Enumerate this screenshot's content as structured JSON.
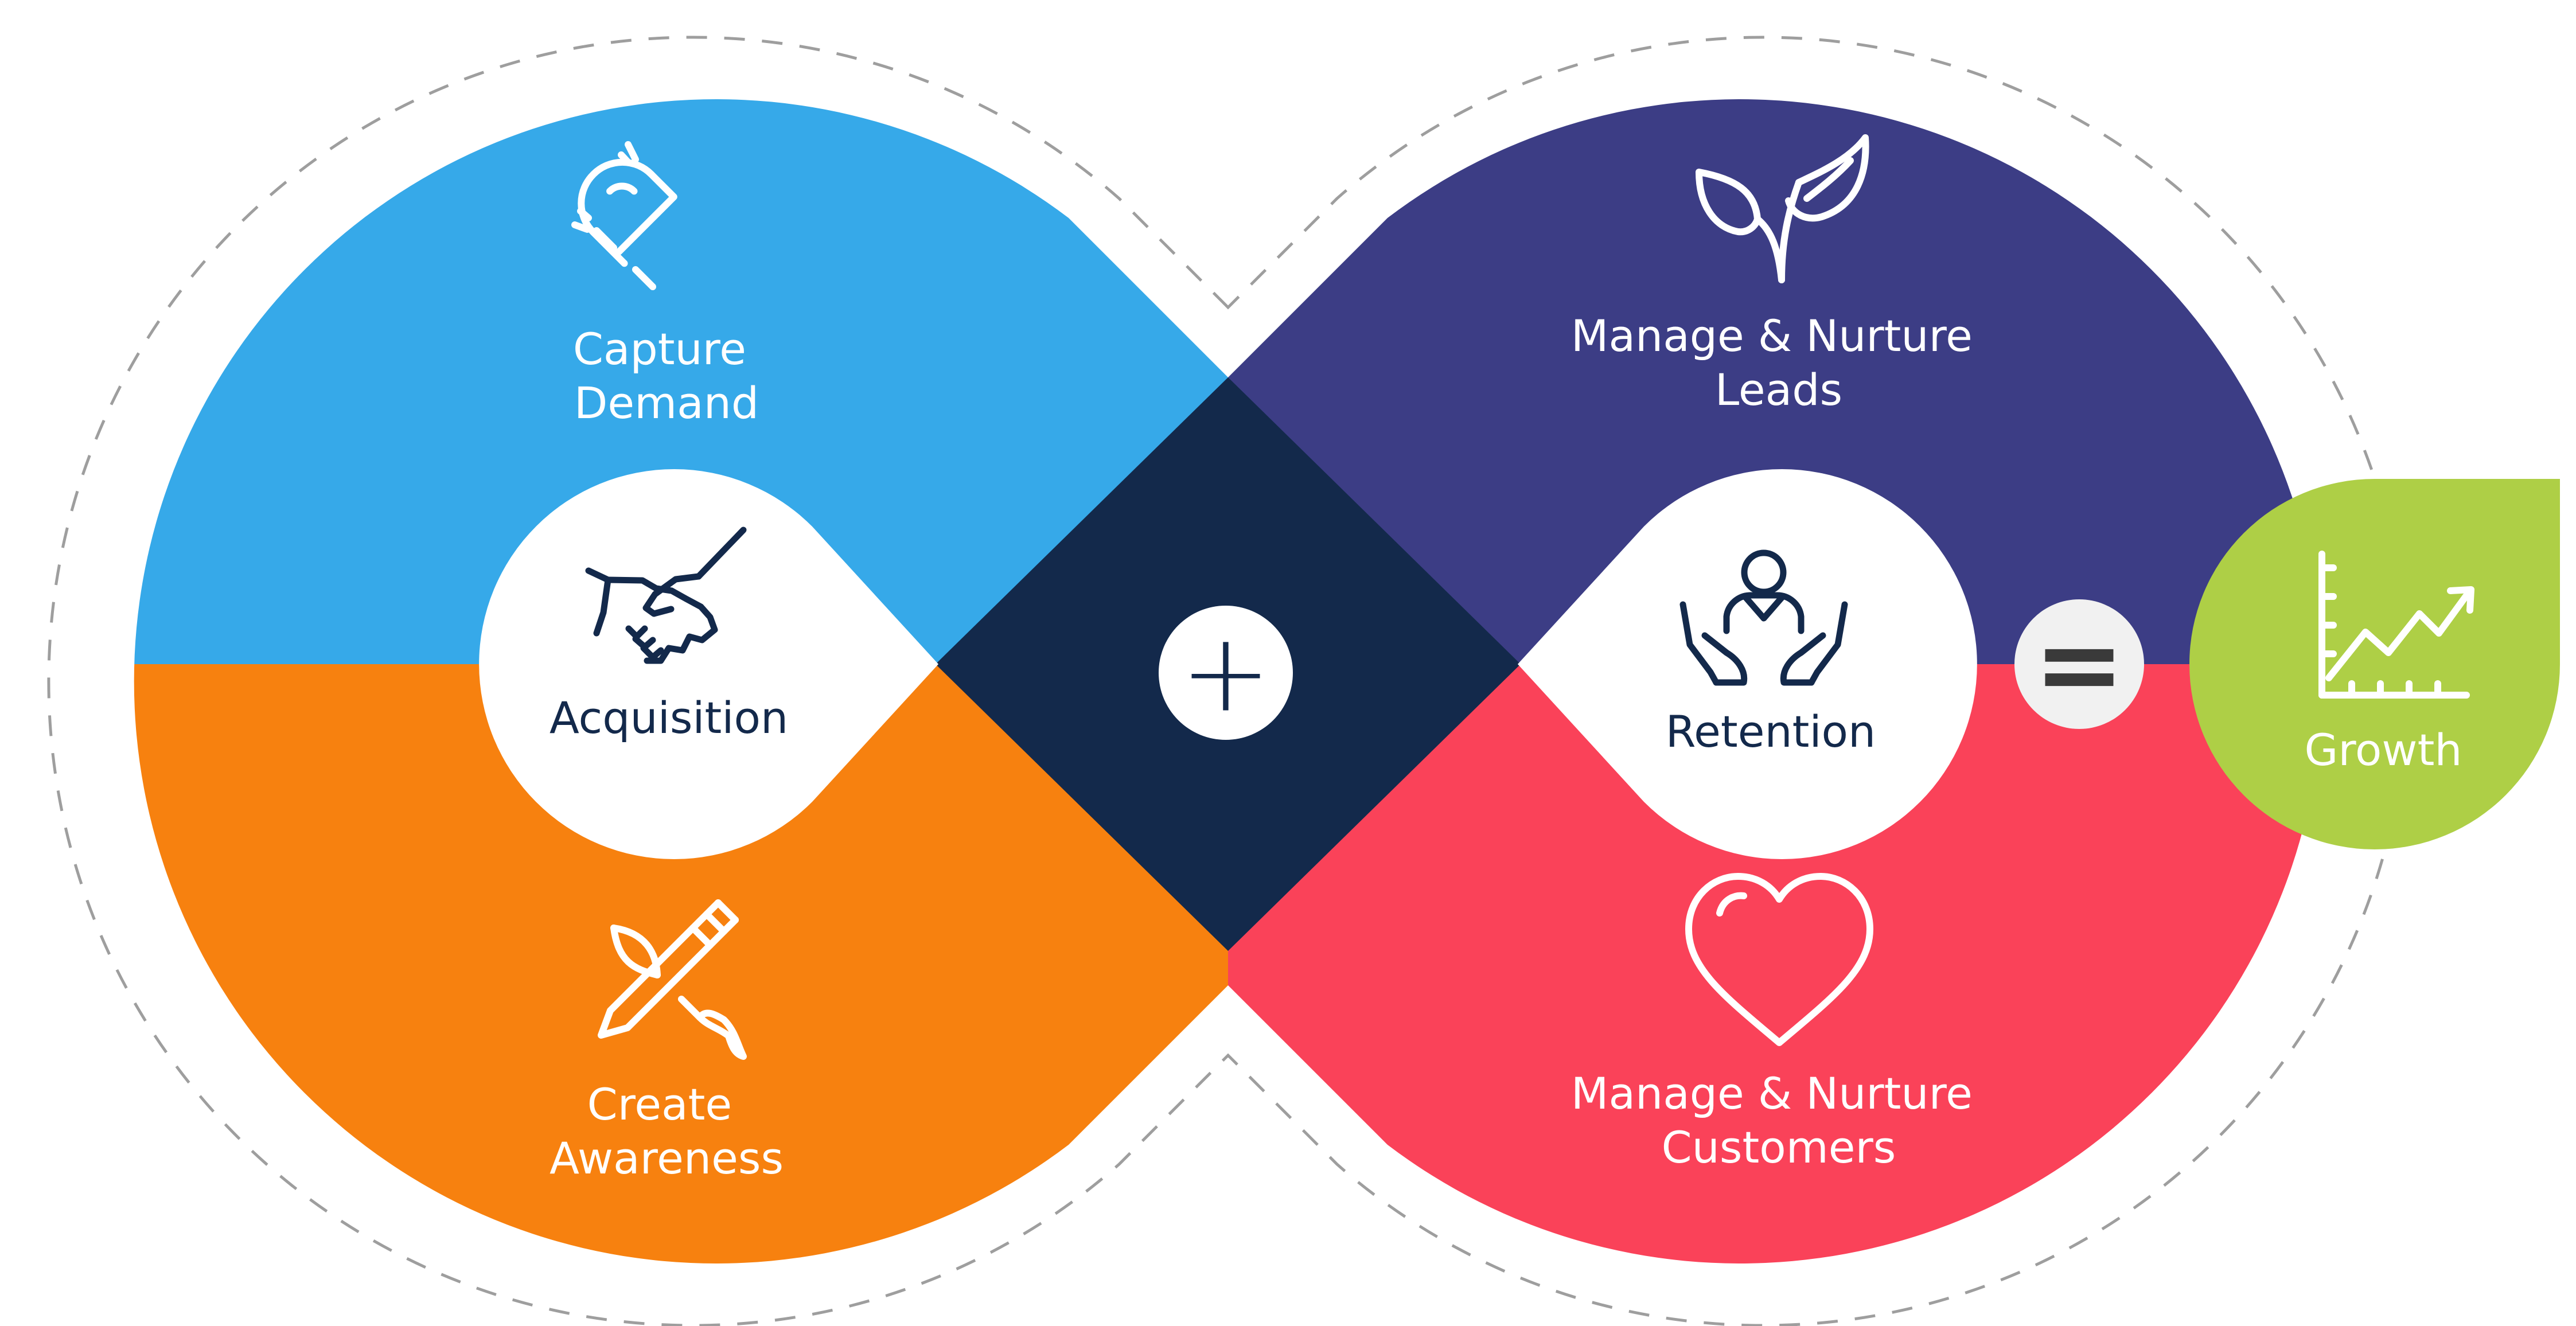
{
  "colors": {
    "capture": "#36A9E9",
    "awareness": "#F7810F",
    "leads": "#3C3D85",
    "customers": "#FA4259",
    "center": "#13294B",
    "growth": "#AECF46",
    "white": "#FFFFFF",
    "equals_bg": "#F1F1F1",
    "dashed": "#9E9E9E",
    "dark_text": "#13294B"
  },
  "quadrants": {
    "capture": {
      "line1": "Capture",
      "line2": "Demand",
      "icon": "magnet-icon"
    },
    "awareness": {
      "line1": "Create",
      "line2": "Awareness",
      "icon": "pencil-brush-icon"
    },
    "leads": {
      "line1": "Manage & Nurture",
      "line2": "Leads",
      "icon": "sprout-icon"
    },
    "customers": {
      "line1": "Manage & Nurture",
      "line2": "Customers",
      "icon": "heart-icon"
    }
  },
  "hubs": {
    "acquisition": {
      "label": "Acquisition",
      "icon": "handshake-icon"
    },
    "retention": {
      "label": "Retention",
      "icon": "person-care-icon"
    }
  },
  "operators": {
    "plus": "+",
    "equals": "="
  },
  "growth": {
    "label": "Growth",
    "icon": "growth-chart-icon"
  }
}
